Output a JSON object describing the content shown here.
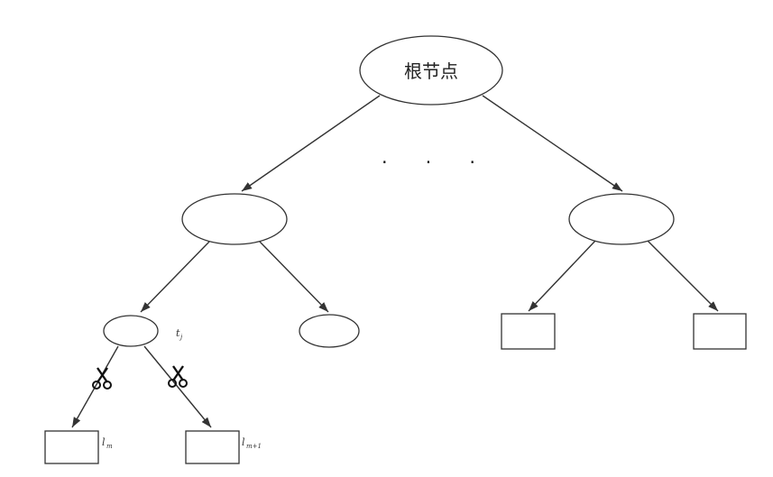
{
  "diagram": {
    "root": {
      "label": "根节点"
    },
    "continuation": "· · ·",
    "labels": {
      "tj_base": "t",
      "tj_sub": "j",
      "lm_base": "l",
      "lm_sub": "m",
      "lm1_base": "l",
      "lm1_sub": "m+1"
    },
    "icons": {
      "cut_left": "scissors-icon",
      "cut_right": "scissors-icon"
    }
  }
}
